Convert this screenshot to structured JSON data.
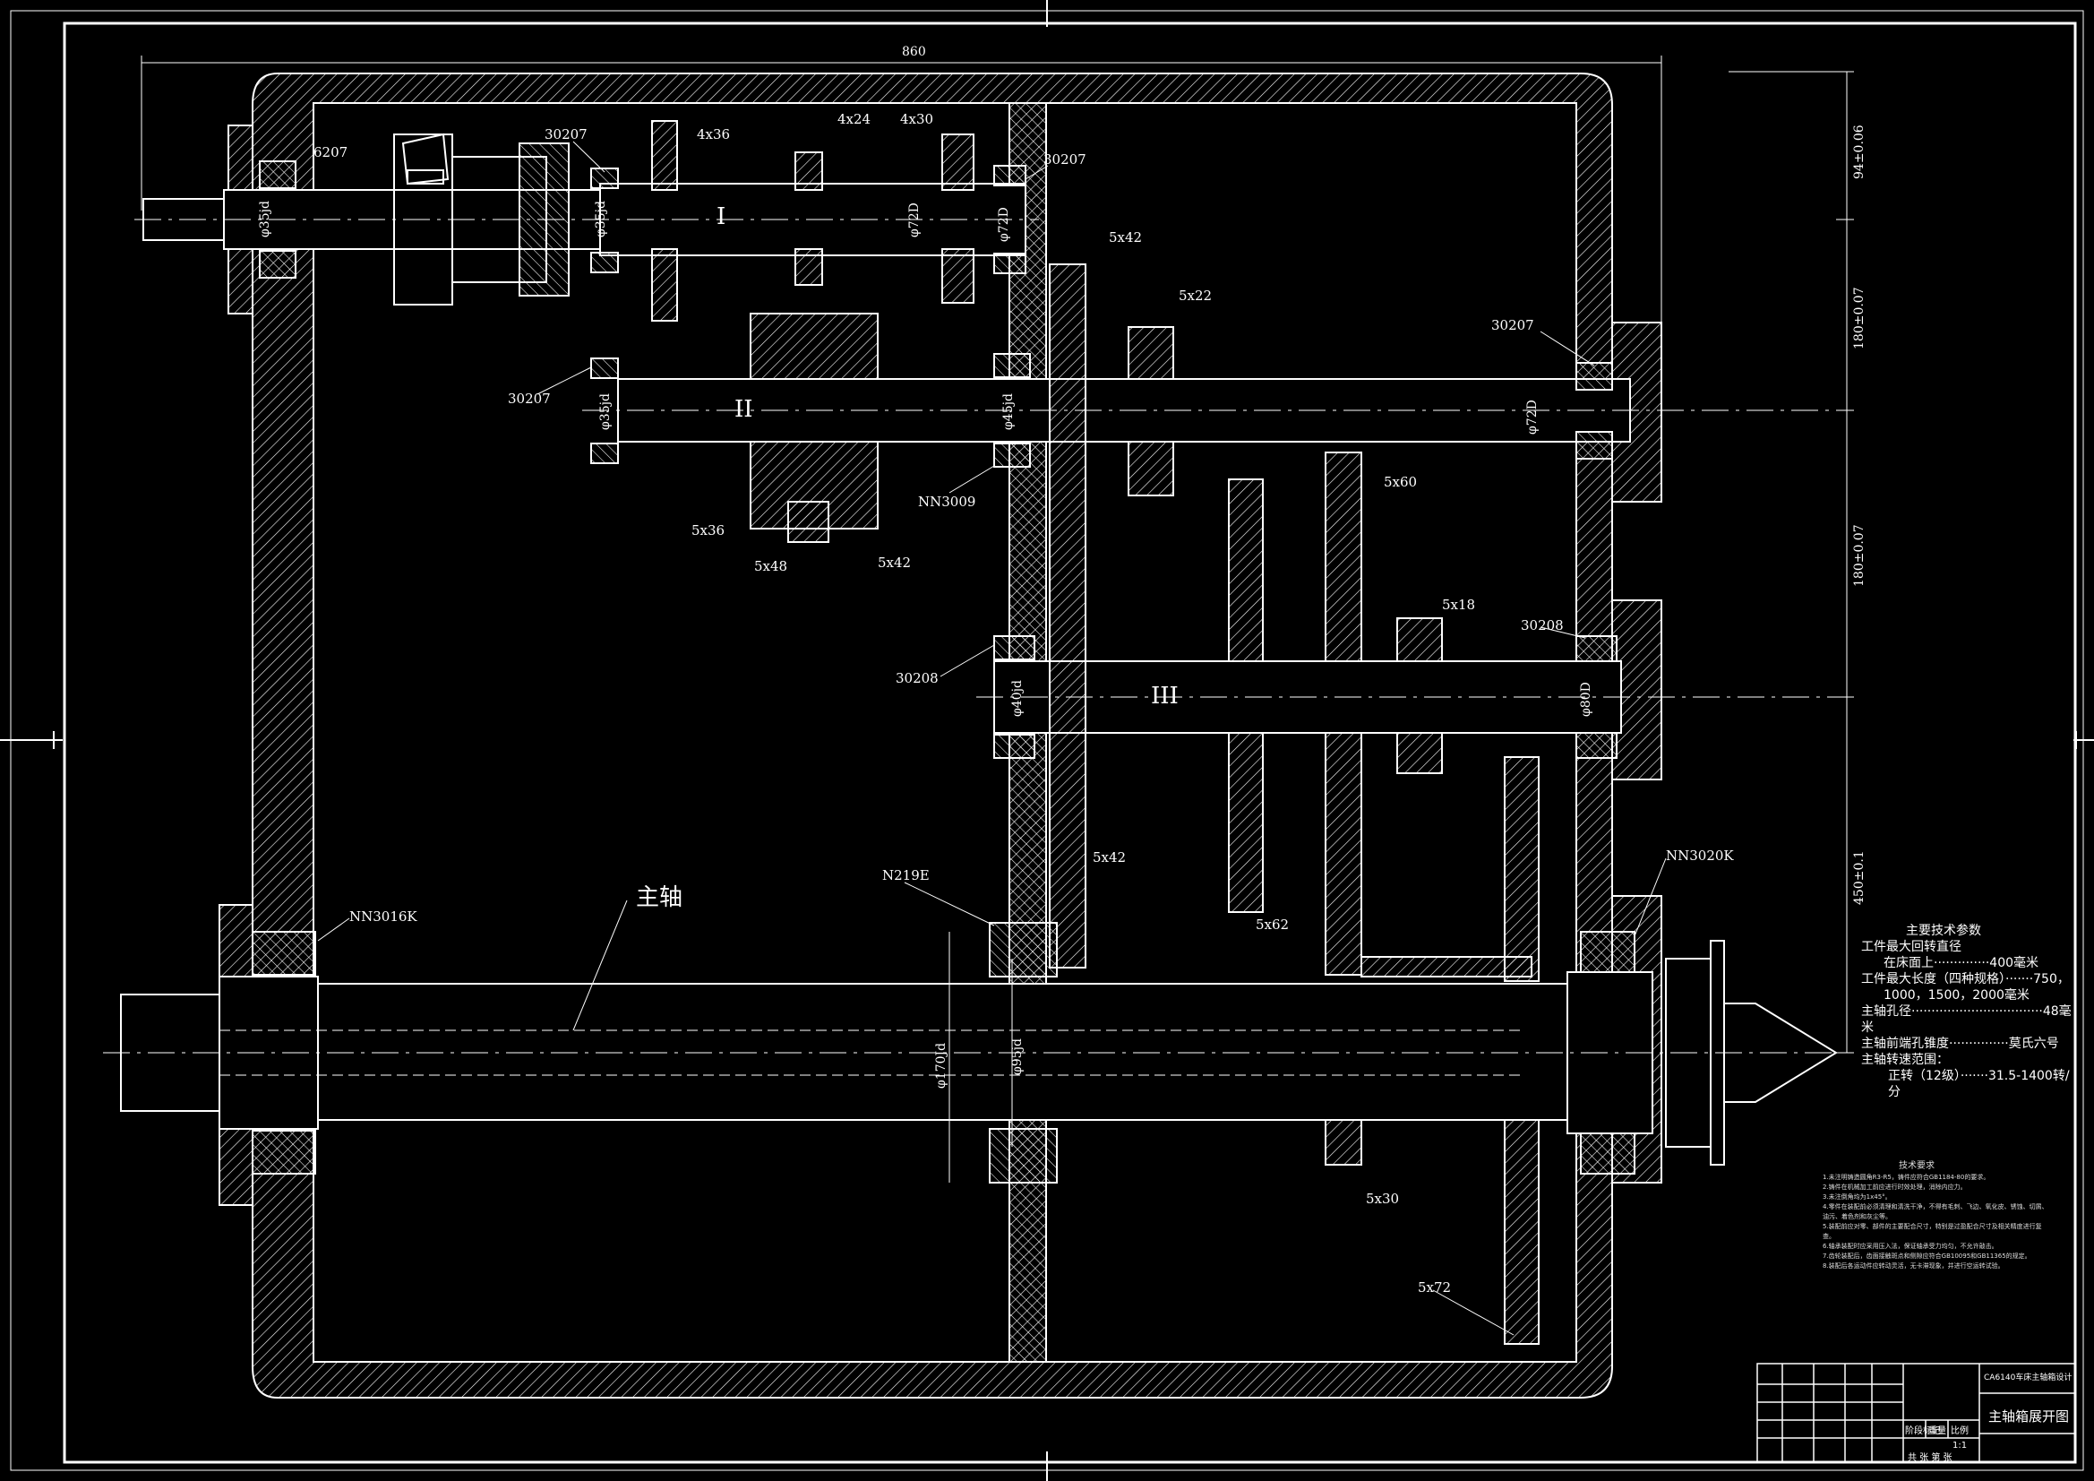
{
  "drawing_title": "主轴箱展开图",
  "title_block": {
    "title": "主轴箱展开图",
    "project": "CA6140车床主轴箱设计",
    "headers": [
      "阶段标记",
      "重量",
      "比例"
    ],
    "scale": "1:1",
    "sheet_label": "共 张 第 张"
  },
  "dimensions": {
    "overall_width": "860",
    "d1": "94±0.06",
    "d2": "180±0.07",
    "d3": "180±0.07",
    "d4": "450±0.1"
  },
  "shaft_labels": {
    "s1": "I",
    "s2": "II",
    "s3": "III",
    "spindle": "主轴"
  },
  "bearings": {
    "b6207": "6207",
    "b30207_a": "30207",
    "b30207_b": "30207",
    "b30207_c": "30207",
    "b30207_d": "30207",
    "bNN3009": "NN3009",
    "b30208_a": "30208",
    "b30208_b": "30208",
    "bN219E": "N219E",
    "bNN3016K": "NN3016K",
    "bNN3020K": "NN3020K"
  },
  "gears": {
    "g4x36": "4x36",
    "g4x24": "4x24",
    "g4x30": "4x30",
    "g5x42a": "5x42",
    "g5x22": "5x22",
    "g5x36": "5x36",
    "g5x48": "5x48",
    "g5x42b": "5x42",
    "g5x60": "5x60",
    "g5x18": "5x18",
    "g5x42c": "5x42",
    "g5x62": "5x62",
    "g5x30": "5x30",
    "g5x72": "5x72"
  },
  "diameters": {
    "d_in1": "φ35jd",
    "d_in2": "φ72D",
    "d_in3": "φ72D",
    "d_in4": "φ35jd",
    "d_s2a": "φ35jd",
    "d_s2b": "φ45jd",
    "d_s2c": "φ72D",
    "d_s3a": "φ40jd",
    "d_s3b": "φ80D",
    "d_sp1": "φ170Jd",
    "d_sp2": "φ95jd"
  },
  "main_params": {
    "title": "主要技术参数",
    "lines": [
      {
        "text": "工件最大回转直径",
        "indent": 0
      },
      {
        "text": "在床面上··············400毫米",
        "indent": 1
      },
      {
        "text": "工件最大长度（四种规格）·······750，",
        "indent": 0
      },
      {
        "text": "1000，1500，2000毫米",
        "indent": 1
      },
      {
        "text": "主轴孔径·································48毫米",
        "indent": 0
      },
      {
        "text": "主轴前端孔锥度···············莫氏六号",
        "indent": 0
      },
      {
        "text": "主轴转速范围：",
        "indent": 0
      },
      {
        "text": "正转（12级）·······31.5-1400转/分",
        "indent": 2
      }
    ]
  },
  "tech_requirements": {
    "title": "技术要求",
    "items": [
      "1.未注明铸造圆角R3-R5，铸件应符合GB1184-80的要求。",
      "2.铸件在机械加工前应进行时效处理，消除内应力。",
      "3.未注倒角均为1x45°。",
      "4.零件在装配前必须清理和清洗干净，不得有毛刺、飞边、氧化皮、锈蚀、切屑、油污、着色剂和灰尘等。",
      "5.装配前应对零、部件的主要配合尺寸，特别是过盈配合尺寸及相关精度进行复查。",
      "6.轴承装配时应采用压入法，保证轴承受力均匀，不允许敲击。",
      "7.齿轮装配后，齿面接触斑点和侧隙应符合GB10095和GB11365的规定。",
      "8.装配后各运动件应转动灵活，无卡滞现象，并进行空运转试验。"
    ]
  }
}
